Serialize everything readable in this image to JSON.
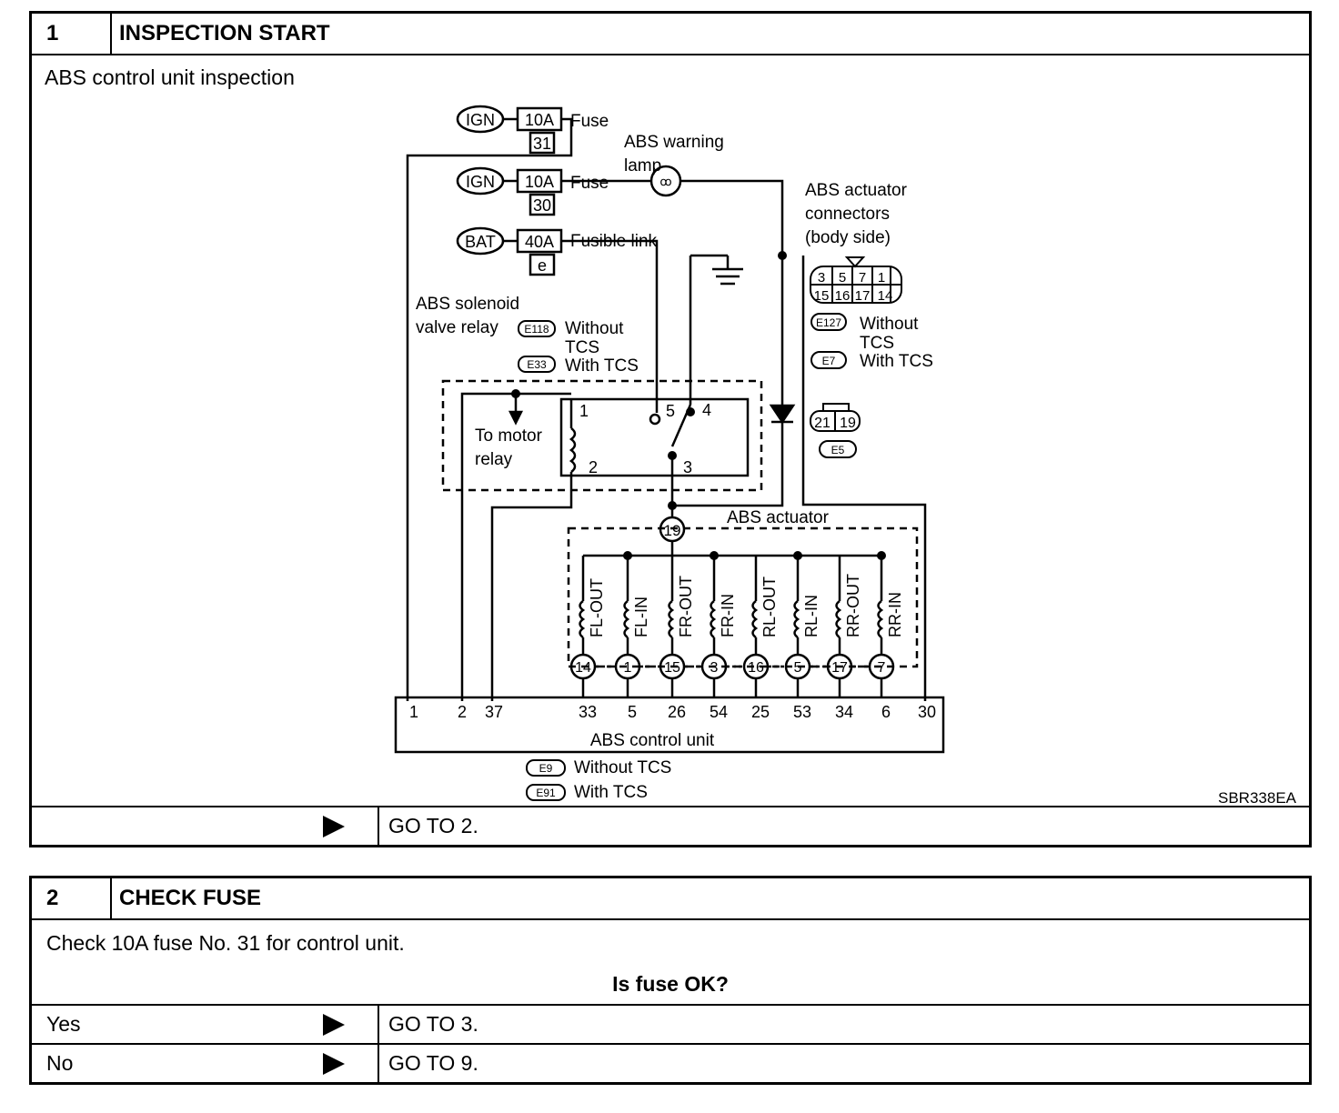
{
  "step1": {
    "number": "1",
    "title": "INSPECTION START",
    "description": "ABS control unit inspection",
    "next": "GO TO 2.",
    "diagram": {
      "ign": "IGN",
      "bat": "BAT",
      "fuse_10a": "10A",
      "fuse_40a": "40A",
      "fuse_31": "31",
      "fuse_30": "30",
      "link_e": "e",
      "fuse_label": "Fuse",
      "fusible_link_label": "Fusible link",
      "warning_lamp_1": "ABS warning",
      "warning_lamp_2": "lamp",
      "actuator_conn_1": "ABS actuator",
      "actuator_conn_2": "connectors",
      "actuator_conn_3": "(body side)",
      "relay_label_1": "ABS solenoid",
      "relay_label_2": "valve relay",
      "conn_e118": "E118",
      "conn_e33": "E33",
      "conn_e127": "E127",
      "conn_e7": "E7",
      "conn_e5": "E5",
      "conn_e9": "E9",
      "conn_e91": "E91",
      "without_tcs": "Without",
      "tcs": "TCS",
      "with_tcs": "With TCS",
      "without_tcs_full": "Without TCS",
      "to_motor_1": "To motor",
      "to_motor_2": "relay",
      "relay_pins": [
        "1",
        "2",
        "3",
        "4",
        "5"
      ],
      "connector_top": [
        "3",
        "5",
        "7",
        "1"
      ],
      "connector_bottom": [
        "15",
        "16",
        "17",
        "14"
      ],
      "connector_e5": [
        "21",
        "19"
      ],
      "abs_actuator": "ABS actuator",
      "pin_19": "19",
      "solenoids": [
        "FL-OUT",
        "FL-IN",
        "FR-OUT",
        "FR-IN",
        "RL-OUT",
        "RL-IN",
        "RR-OUT",
        "RR-IN"
      ],
      "solenoid_pins": [
        "14",
        "1",
        "15",
        "3",
        "16",
        "5",
        "17",
        "7"
      ],
      "cu_pins_left": [
        "1",
        "2",
        "37"
      ],
      "cu_pins_sol": [
        "33",
        "5",
        "26",
        "54",
        "25",
        "53",
        "34",
        "6"
      ],
      "cu_pin_right": "30",
      "control_unit": "ABS control unit",
      "figure_code": "SBR338EA"
    }
  },
  "step2": {
    "number": "2",
    "title": "CHECK FUSE",
    "description": "Check 10A fuse No. 31 for control unit.",
    "question": "Is fuse OK?",
    "yes_label": "Yes",
    "yes_next": "GO TO 3.",
    "no_label": "No",
    "no_next": "GO TO 9."
  }
}
